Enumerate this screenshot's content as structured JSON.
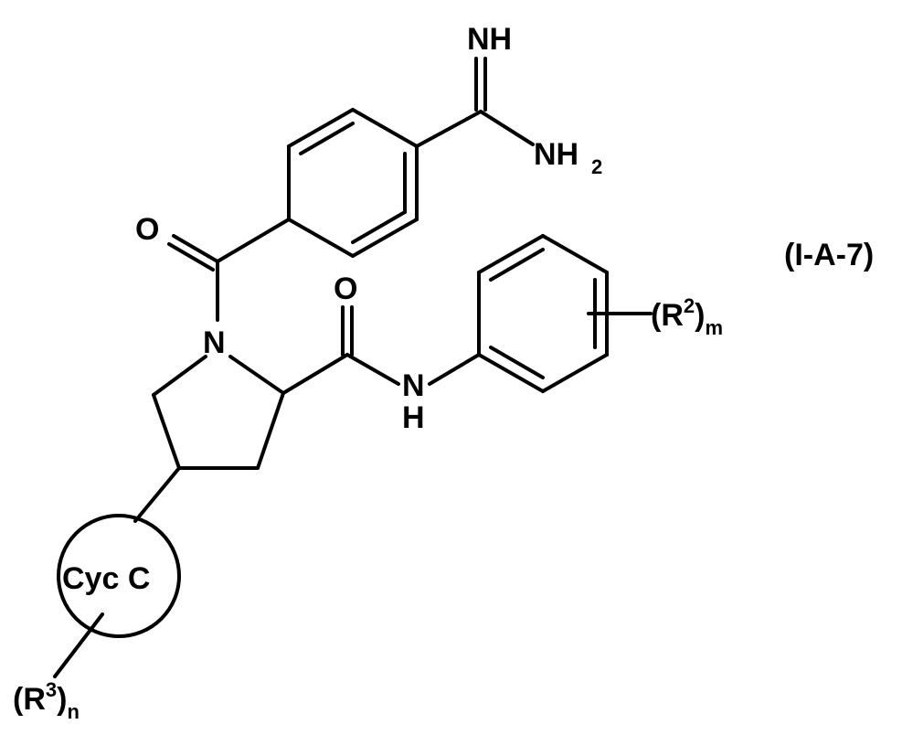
{
  "compound_label": "(I-A-7)",
  "atoms": {
    "imine_n": "NH",
    "amine_n": "NH",
    "amine_sub": "2",
    "carbonyl_o_top": "O",
    "carbonyl_o_amide": "O",
    "ring_n": "N",
    "amide_n": "N",
    "amide_h": "H"
  },
  "ring_label": "Cyc C",
  "substituents": {
    "r2": {
      "open": "(R",
      "sup": "2",
      "close": ")",
      "sub": "m"
    },
    "r3": {
      "open": "(R",
      "sup": "3",
      "close": ")",
      "sub": "n"
    }
  }
}
